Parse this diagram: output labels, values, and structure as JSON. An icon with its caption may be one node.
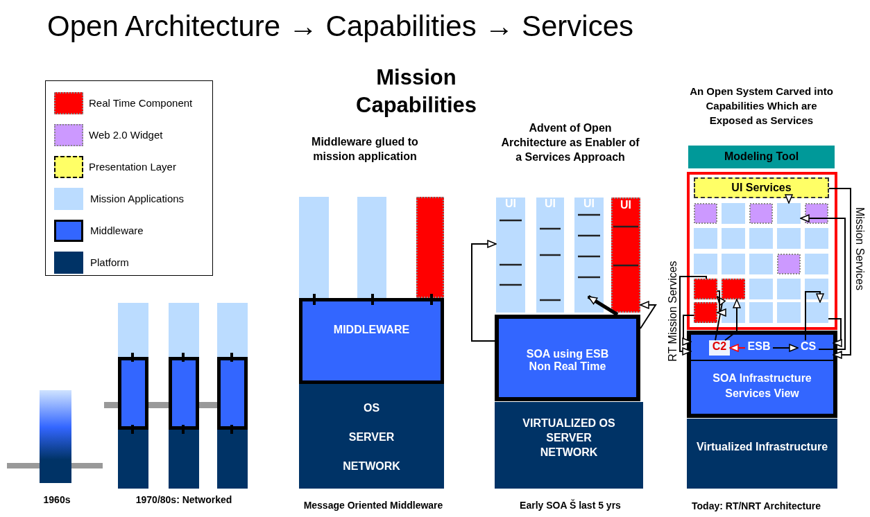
{
  "diagram": {
    "title": "Open Architecture → Capabilities → Services",
    "nodes": [
      {
        "text": [
          "MIDDLEWARE"
        ]
      },
      {
        "text": [
          "OS",
          "SERVER",
          "NETWORK"
        ]
      },
      {
        "text": [
          "UI"
        ]
      },
      {
        "text": [
          "UI"
        ]
      },
      {
        "text": [
          "UI"
        ]
      },
      {
        "text": [
          "UI"
        ]
      },
      {
        "text": [
          "SOA using ESB Non Real Time"
        ]
      },
      {
        "text": [
          "VIRTUALIZED OS SERVER NETWORK"
        ]
      },
      {
        "text": [
          "Modeling Tool"
        ]
      },
      {
        "text": [],
        "shape": "box"
      },
      {
        "text": [
          "UI Services"
        ],
        "in": 9
      },
      {
        "text": [],
        "shape": "box",
        "in": 9
      },
      {
        "text": [],
        "shape": "box",
        "in": 9
      },
      {
        "text": [],
        "shape": "box",
        "in": 9
      },
      {
        "text": [],
        "shape": "box",
        "in": 9
      },
      {
        "text": [],
        "shape": "box",
        "in": 9
      },
      {
        "text": [],
        "shape": "box"
      },
      {
        "text": [],
        "shape": "box",
        "in": 16
      },
      {
        "text": [
          "C2"
        ],
        "in": 17
      },
      {
        "text": [
          "ESB"
        ],
        "in": 17
      },
      {
        "text": [
          "CS"
        ],
        "in": 17
      },
      {
        "text": [
          "SOA Infrastructure Services View"
        ],
        "in": 16
      },
      {
        "text": [
          "Virtualized Infrastructure"
        ]
      },
      {
        "text": [],
        "shape": "box"
      },
      {
        "text": [],
        "shape": "box"
      },
      {
        "text": [],
        "shape": "box"
      }
    ],
    "edges": [
      {
        "from": 6,
        "to": 2,
        "arrow": "to"
      },
      {
        "from": 6,
        "to": 4,
        "arrow": "to",
        "style": "thick"
      },
      {
        "from": 6,
        "to": 5,
        "arrow": "to"
      },
      {
        "from": 18,
        "to": 12,
        "arrow": "to"
      },
      {
        "from": 18,
        "to": 13,
        "arrow": "to"
      },
      {
        "from": 12,
        "to": 14,
        "arrow": "to"
      },
      {
        "from": 12,
        "to": 17,
        "arrow": "to"
      },
      {
        "from": 14,
        "to": 17,
        "arrow": "to"
      },
      {
        "from": 19,
        "to": 18,
        "arrow": "to",
        "color": "#ff0000"
      },
      {
        "from": 19,
        "to": 20,
        "arrow": "to"
      },
      {
        "from": 20,
        "to": 15,
        "arrow": "to"
      },
      {
        "from": 15,
        "to": 17,
        "arrow": "to"
      },
      {
        "from": 10,
        "to": 11,
        "arrow": "to"
      },
      {
        "from": 10,
        "to": 17,
        "arrow": "to"
      },
      {
        "from": 20,
        "to": 11,
        "arrow": "to"
      }
    ],
    "labels": [
      "Mission Capabilities",
      "Middleware glued to mission application",
      "Advent of Open Architecture as Enabler of a Services Approach",
      "An Open System Carved into Capabilities Which are Exposed as Services",
      "RT Mission Services",
      "Mission Services",
      "1960s",
      "1970/80s: Networked",
      "Message Oriented Middleware",
      "Early SOA Š last 5 yrs",
      "Today: RT/NRT Architecture"
    ],
    "legend": [
      {
        "text": "Real Time Component",
        "color": "#ff0000"
      },
      {
        "text": "Web 2.0 Widget",
        "color": "#cc99ff"
      },
      {
        "text": "Presentation Layer",
        "color": "#ffff66"
      },
      {
        "text": "Mission Applications",
        "color": "#bbdcff"
      },
      {
        "text": "Middleware",
        "color": "#3366ff"
      },
      {
        "text": "Platform",
        "color": "#003366"
      }
    ]
  }
}
